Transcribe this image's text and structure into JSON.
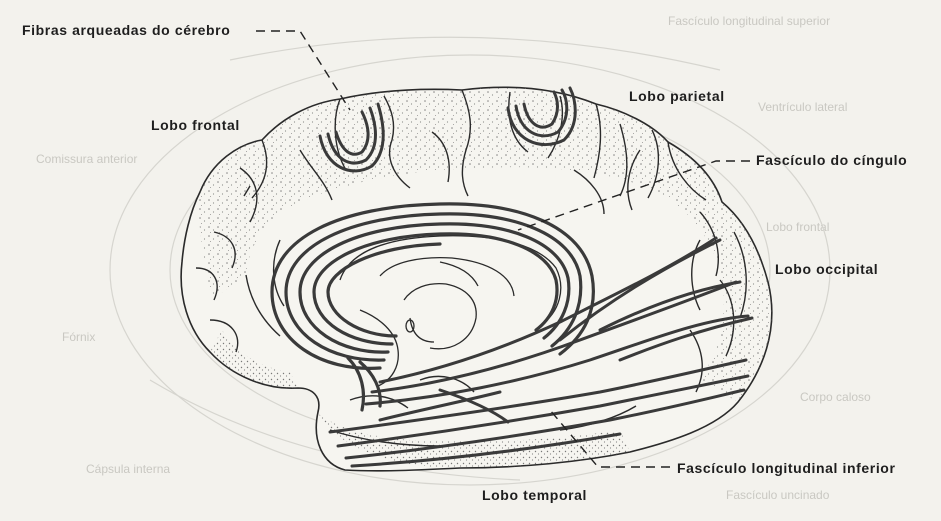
{
  "diagram": {
    "labels": {
      "arcuate": "Fibras arqueadas do cérebro",
      "frontal": "Lobo frontal",
      "parietal": "Lobo parietal",
      "cingulum": "Fascículo do cíngulo",
      "occipital": "Lobo occipital",
      "inferior": "Fascículo longitudinal inferior",
      "temporal": "Lobo temporal"
    },
    "bleed_through": {
      "t1": "Fascículo longitudinal superior",
      "t2": "Ventrículo lateral",
      "t3": "Comissura anterior",
      "t4": "Lobo frontal",
      "t5": "Fórnix",
      "t6": "Corpo caloso",
      "t7": "Cápsula interna",
      "t8": "Fascículo uncinado"
    },
    "colors": {
      "paper": "#f3f2ed",
      "ink": "#2a2a2a",
      "fiber": "#3a3a3a",
      "ghost": "#c9c8c2"
    }
  }
}
